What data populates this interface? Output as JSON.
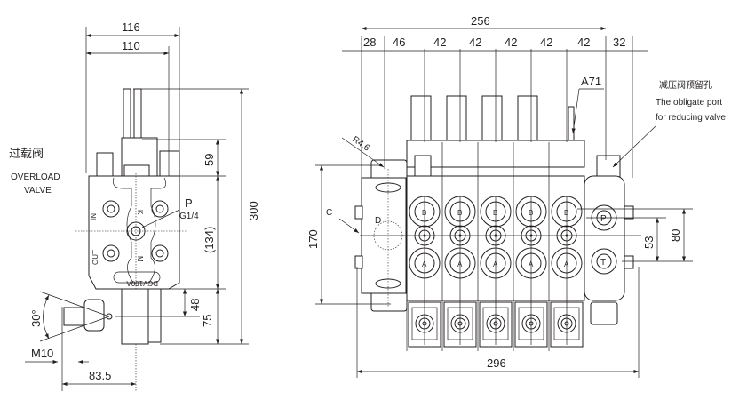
{
  "side_view": {
    "overload_label_cn": "过载阀",
    "overload_label_en_1": "OVERLOAD",
    "overload_label_en_2": "VALVE",
    "dims": {
      "width_total": "116",
      "width_body": "110",
      "height_total": "300",
      "top": "59",
      "middle": "(134)",
      "lower": "48",
      "bottom": "75",
      "offset": "83.5",
      "thread": "M10",
      "angle": "30°"
    },
    "port_p": "P",
    "port_p_thread": "G1/4",
    "port_in": "IN",
    "port_out": "OUT",
    "mark_k": "K",
    "mark_m": "M",
    "model": "DCV100A"
  },
  "front_view": {
    "dims": {
      "overall_top": "256",
      "left_cap": "28",
      "first": "46",
      "sections": [
        "42",
        "42",
        "42",
        "42",
        "42"
      ],
      "right_cap": "32",
      "overall_bottom": "296",
      "height": "170",
      "port_spacing_1": "53",
      "port_spacing_2": "80",
      "radius": "R4.6"
    },
    "label_a71": "A71",
    "reducing_cn": "减压阀预留孔",
    "reducing_en_1": "The obligate port",
    "reducing_en_2": "for reducing valve",
    "label_c": "C",
    "label_d": "D",
    "port_b": "B",
    "port_a": "A",
    "port_p": "P",
    "port_t": "T"
  }
}
